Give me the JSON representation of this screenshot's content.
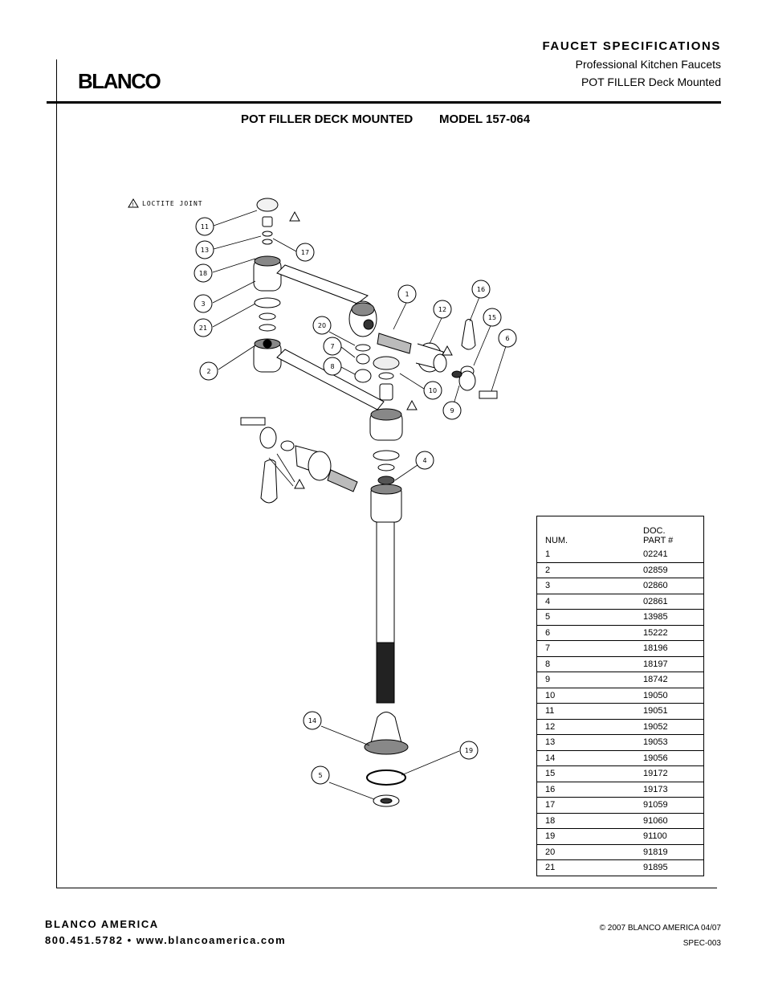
{
  "header": {
    "logo": "BLANCO",
    "title": "FAUCET SPECIFICATIONS",
    "subtitle1": "Professional Kitchen Faucets",
    "subtitle2": "POT FILLER Deck Mounted"
  },
  "document": {
    "product": "POT FILLER DECK MOUNTED",
    "model": "MODEL 157-064"
  },
  "diagram": {
    "loctite_note": "LOCTITE JOINT",
    "callouts": [
      "11",
      "13",
      "17",
      "18",
      "3",
      "21",
      "2",
      "20",
      "7",
      "8",
      "1",
      "12",
      "16",
      "15",
      "6",
      "10",
      "9",
      "4",
      "14",
      "19",
      "5"
    ]
  },
  "parts_table": {
    "col_num": "NUM.",
    "col_doc_line1": "DOC.",
    "col_doc_line2": "PART #",
    "rows": [
      {
        "num": "1",
        "part": "02241"
      },
      {
        "num": "2",
        "part": "02859"
      },
      {
        "num": "3",
        "part": "02860"
      },
      {
        "num": "4",
        "part": "02861"
      },
      {
        "num": "5",
        "part": "13985"
      },
      {
        "num": "6",
        "part": "15222"
      },
      {
        "num": "7",
        "part": "18196"
      },
      {
        "num": "8",
        "part": "18197"
      },
      {
        "num": "9",
        "part": "18742"
      },
      {
        "num": "10",
        "part": "19050"
      },
      {
        "num": "11",
        "part": "19051"
      },
      {
        "num": "12",
        "part": "19052"
      },
      {
        "num": "13",
        "part": "19053"
      },
      {
        "num": "14",
        "part": "19056"
      },
      {
        "num": "15",
        "part": "19172"
      },
      {
        "num": "16",
        "part": "19173"
      },
      {
        "num": "17",
        "part": "91059"
      },
      {
        "num": "18",
        "part": "91060"
      },
      {
        "num": "19",
        "part": "91100"
      },
      {
        "num": "20",
        "part": "91819"
      },
      {
        "num": "21",
        "part": "91895"
      }
    ]
  },
  "footer": {
    "company": "BLANCO AMERICA",
    "contact": "800.451.5782 • www.blancoamerica.com",
    "copyright": "© 2007 BLANCO AMERICA 04/07",
    "spec": "SPEC-003"
  }
}
